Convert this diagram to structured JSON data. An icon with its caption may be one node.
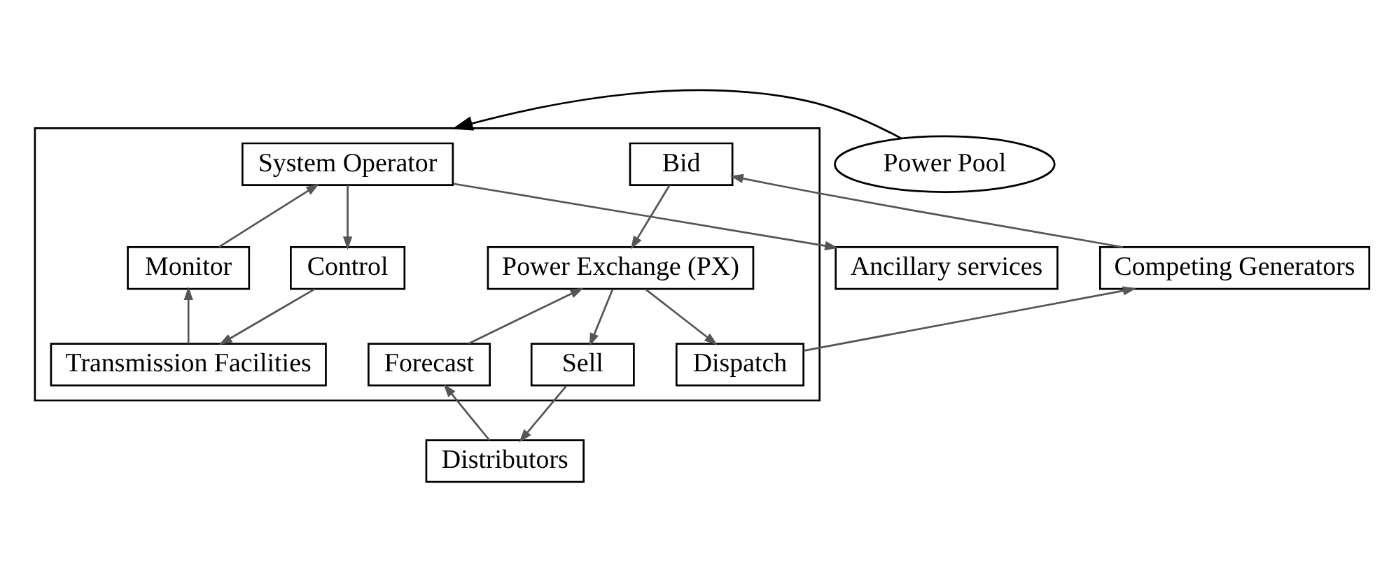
{
  "diagram": {
    "nodes": [
      {
        "text": [
          "Competing Generators"
        ]
      },
      {
        "text": [
          "Ancillary services"
        ]
      },
      {
        "text": [],
        "shape": "box"
      },
      {
        "text": [
          "Bid"
        ],
        "in": 2
      },
      {
        "text": [
          "Dispatch"
        ],
        "in": 2
      },
      {
        "text": [
          "Power Exchange (PX)"
        ],
        "in": 2
      },
      {
        "text": [
          "System Operator"
        ],
        "in": 2
      },
      {
        "text": [
          "Sell"
        ],
        "in": 2
      },
      {
        "text": [
          "Forecast"
        ],
        "in": 2
      },
      {
        "text": [
          "Monitor"
        ],
        "in": 2
      },
      {
        "text": [
          "Control"
        ],
        "in": 2
      },
      {
        "text": [
          "Transmission Facilities"
        ],
        "in": 2
      },
      {
        "text": [
          "Distributors"
        ]
      },
      {
        "text": [
          "Power Pool"
        ]
      }
    ],
    "edges": [
      {
        "from": 0,
        "to": 3,
        "arrow": "to"
      },
      {
        "from": 3,
        "to": 5,
        "arrow": "to"
      },
      {
        "from": 5,
        "to": 4,
        "arrow": "to"
      },
      {
        "from": 4,
        "to": 0,
        "arrow": "to"
      },
      {
        "from": 6,
        "to": 1,
        "arrow": "to"
      },
      {
        "from": 13,
        "to": 2,
        "arrow": "to"
      },
      {
        "from": 5,
        "to": 7,
        "arrow": "to"
      },
      {
        "from": 7,
        "to": 12,
        "arrow": "to"
      },
      {
        "from": 12,
        "to": 8,
        "arrow": "to"
      },
      {
        "from": 8,
        "to": 5,
        "arrow": "to"
      },
      {
        "from": 6,
        "to": 10,
        "arrow": "to"
      },
      {
        "from": 10,
        "to": 11,
        "arrow": "to"
      },
      {
        "from": 11,
        "to": 9,
        "arrow": "to"
      },
      {
        "from": 9,
        "to": 6,
        "arrow": "to"
      }
    ]
  }
}
